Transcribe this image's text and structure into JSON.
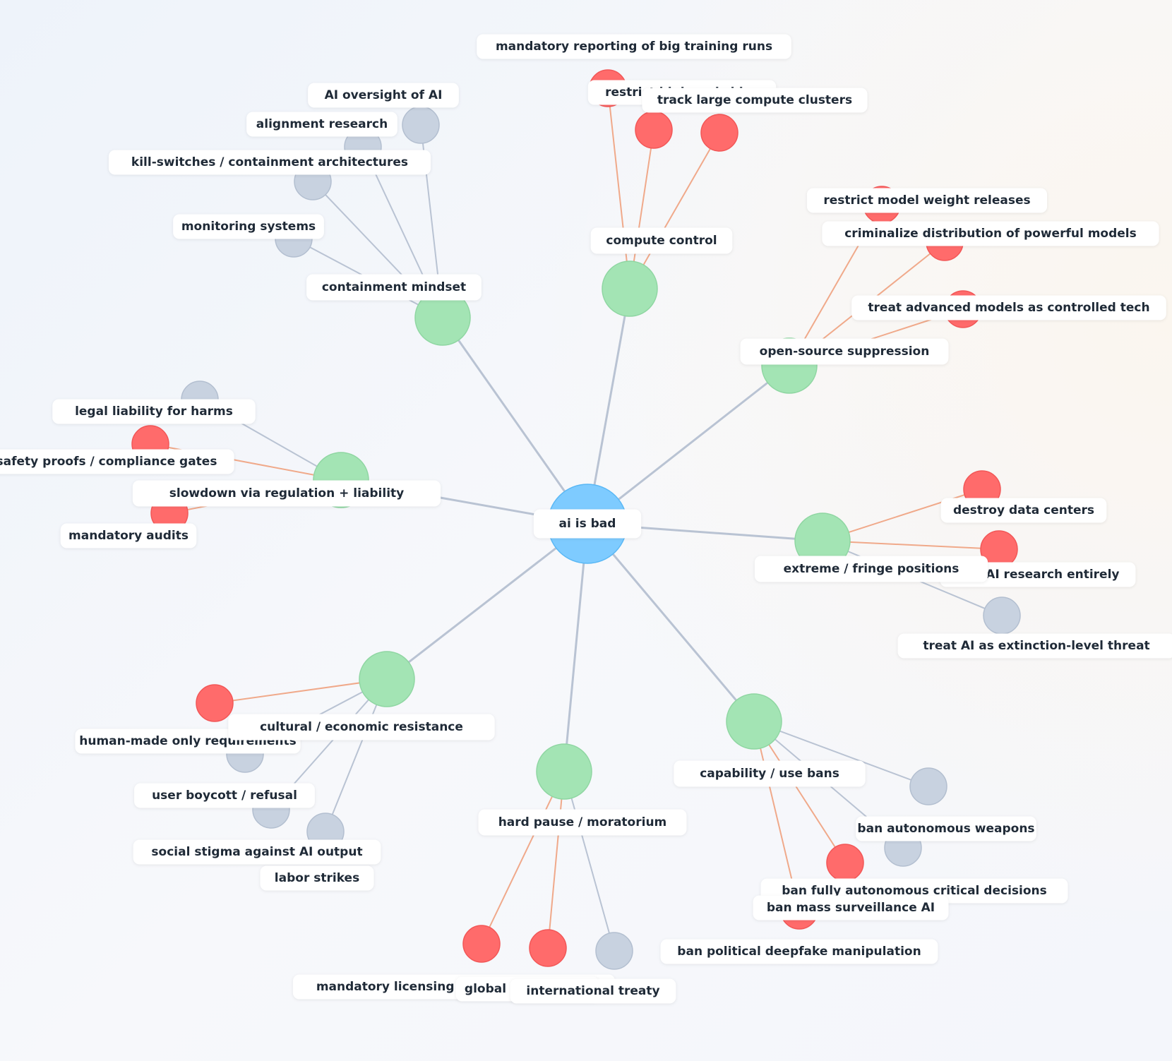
{
  "root": {
    "label": "ai is bad",
    "color": "#7ecbff"
  },
  "colors": {
    "branch": "#a3e4b4",
    "red": "#ff6b6b",
    "gray": "#c8d2e0",
    "edge_main": "#b9c3d3",
    "edge_red": "#f0a98a"
  },
  "branches": [
    {
      "label": "containment mindset",
      "children": [
        {
          "label": "AI oversight of AI",
          "color": "gray"
        },
        {
          "label": "alignment research",
          "color": "gray"
        },
        {
          "label": "kill-switches / containment architectures",
          "color": "gray"
        },
        {
          "label": "monitoring systems",
          "color": "gray"
        }
      ]
    },
    {
      "label": "compute control",
      "children": [
        {
          "label": "mandatory reporting of big training runs",
          "color": "red"
        },
        {
          "label": "restrict high-end chips",
          "color": "red"
        },
        {
          "label": "track large compute clusters",
          "color": "red"
        }
      ]
    },
    {
      "label": "open-source suppression",
      "children": [
        {
          "label": "restrict model weight releases",
          "color": "red"
        },
        {
          "label": "criminalize distribution of powerful models",
          "color": "red"
        },
        {
          "label": "treat advanced models as controlled tech",
          "color": "red"
        }
      ]
    },
    {
      "label": "slowdown via regulation + liability",
      "children": [
        {
          "label": "legal liability for harms",
          "color": "gray"
        },
        {
          "label": "safety proofs / compliance gates",
          "color": "red"
        },
        {
          "label": "mandatory audits",
          "color": "red"
        }
      ]
    },
    {
      "label": "extreme / fringe positions",
      "children": [
        {
          "label": "destroy data centers",
          "color": "red"
        },
        {
          "label": "ban AI research entirely",
          "color": "red"
        },
        {
          "label": "treat AI as extinction-level threat",
          "color": "gray"
        }
      ]
    },
    {
      "label": "cultural / economic resistance",
      "children": [
        {
          "label": "human-made only requirements",
          "color": "red"
        },
        {
          "label": "user boycott / refusal",
          "color": "gray"
        },
        {
          "label": "social stigma against AI output",
          "color": "gray"
        },
        {
          "label": "labor strikes",
          "color": "gray"
        }
      ]
    },
    {
      "label": "hard pause / moratorium",
      "children": [
        {
          "label": "mandatory licensing for frontier training",
          "color": "red"
        },
        {
          "label": "global moratorium",
          "color": "red"
        },
        {
          "label": "international treaty",
          "color": "gray"
        }
      ]
    },
    {
      "label": "capability / use bans",
      "children": [
        {
          "label": "ban autonomous weapons",
          "color": "gray"
        },
        {
          "label": "ban fully autonomous critical decisions",
          "color": "gray"
        },
        {
          "label": "ban mass surveillance AI",
          "color": "red"
        },
        {
          "label": "ban political deepfake manipulation",
          "color": "red"
        }
      ]
    }
  ]
}
